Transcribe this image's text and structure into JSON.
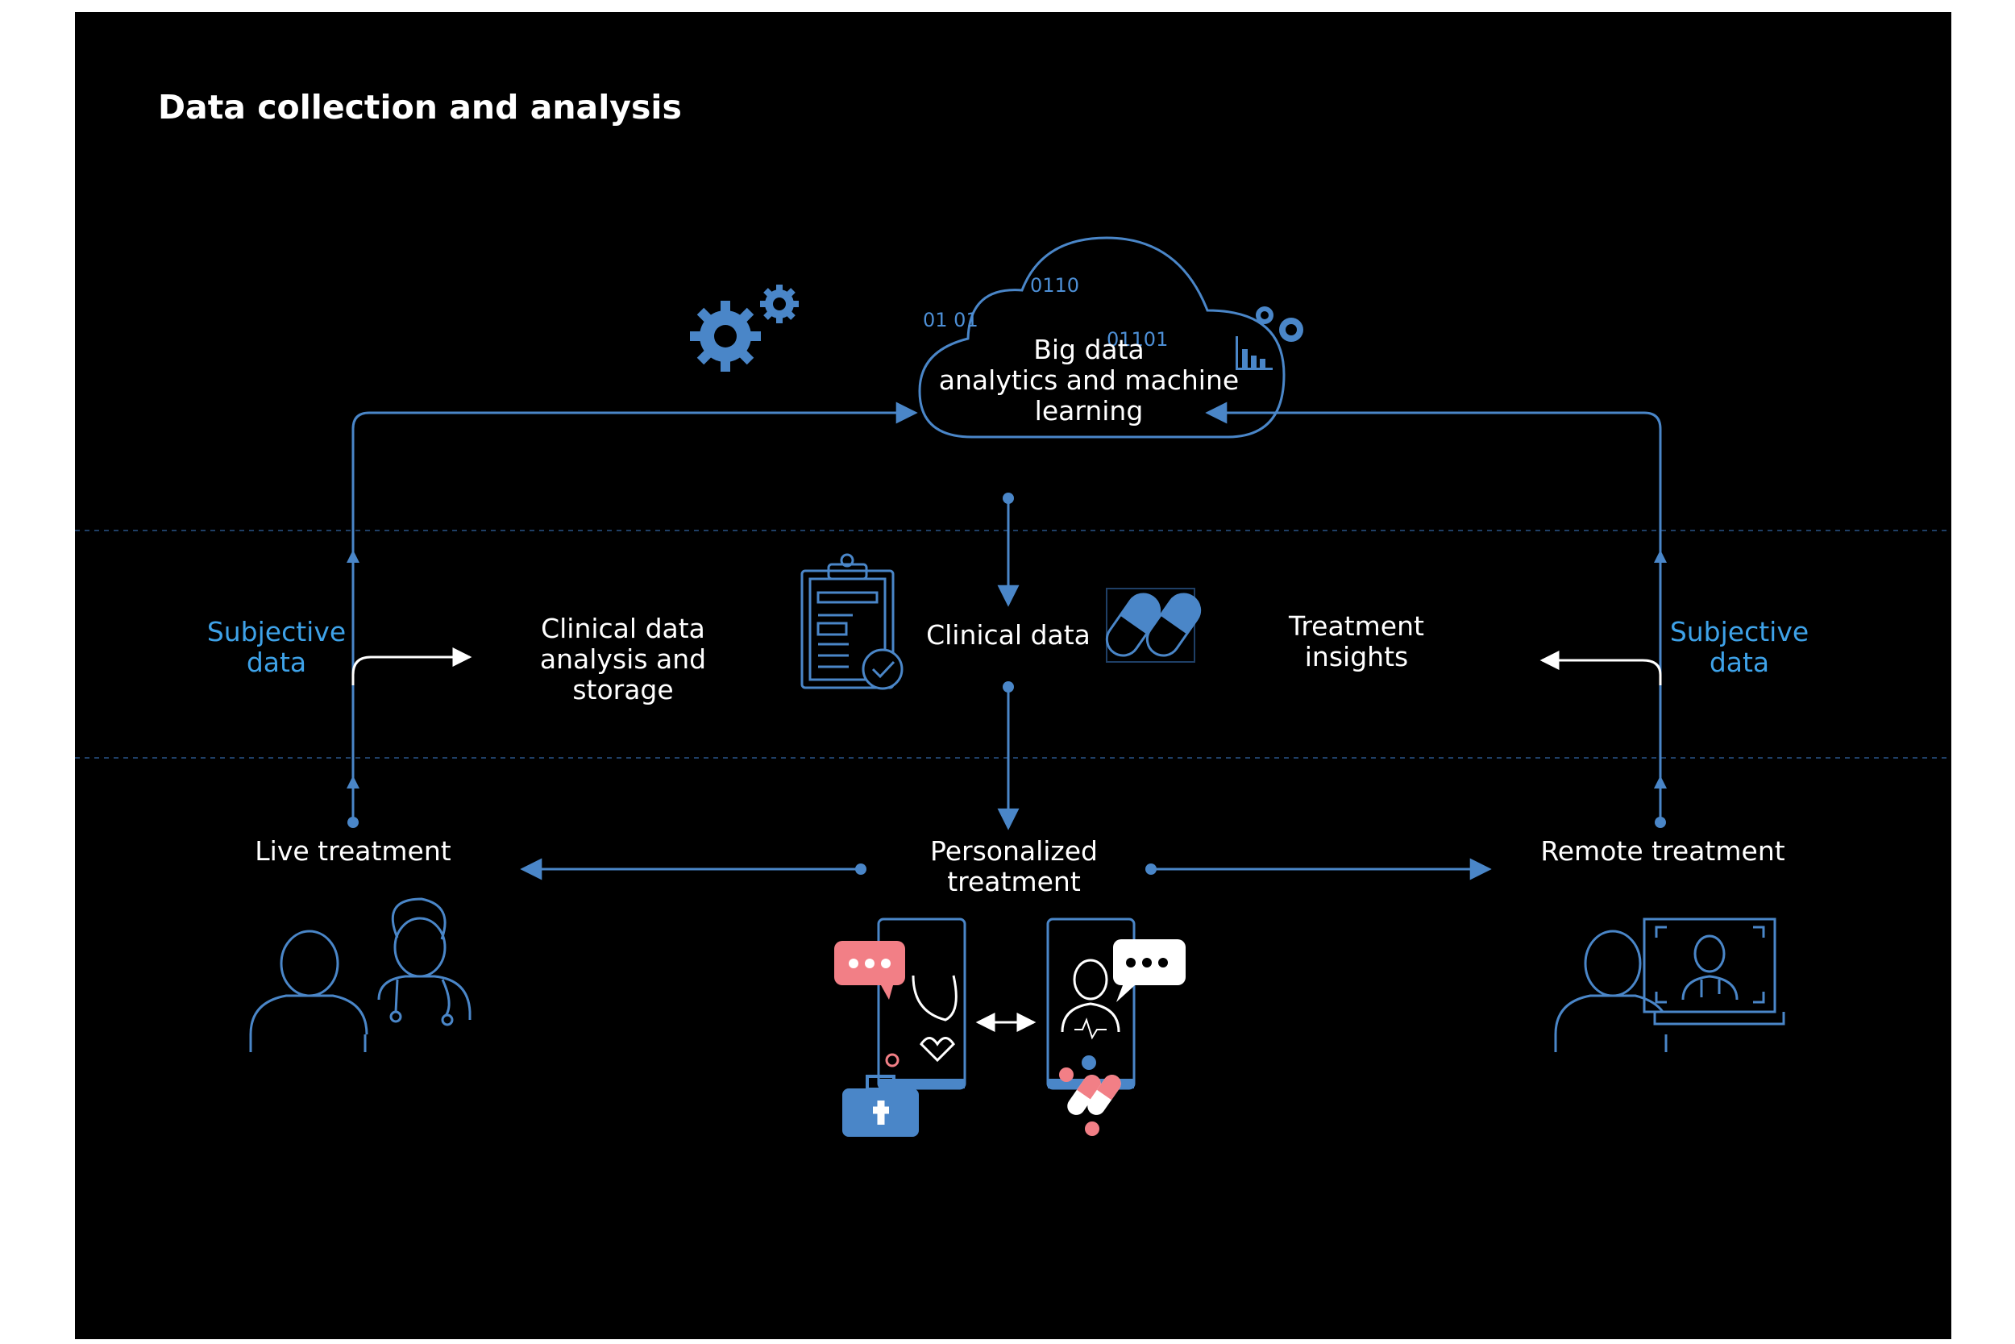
{
  "title": "Data collection and analysis",
  "colors": {
    "background": "#000000",
    "line": "#4a86c8",
    "accent_text": "#3ea2e8",
    "icon_fill": "#4a86c8",
    "chat_pink": "#f27f86",
    "white": "#ffffff"
  },
  "cloud": {
    "label": "Big data\nanalytics and machine\nlearning",
    "binary": [
      "0110",
      "01 01",
      "01101"
    ]
  },
  "nodes": {
    "clinical_analysis": "Clinical data\nanalysis and\nstorage",
    "clinical_data": "Clinical data",
    "treatment_insights": "Treatment\ninsights",
    "subjective_left": "Subjective\ndata",
    "subjective_right": "Subjective\ndata",
    "live_treatment": "Live treatment",
    "personalized_treatment": "Personalized\ntreatment",
    "remote_treatment": "Remote treatment"
  },
  "icons": [
    "gears-icon",
    "gear-chart-icon",
    "clipboard-check-icon",
    "pills-icon",
    "patient-doctor-icon",
    "mobile-consult-icon",
    "telemedicine-icon"
  ]
}
